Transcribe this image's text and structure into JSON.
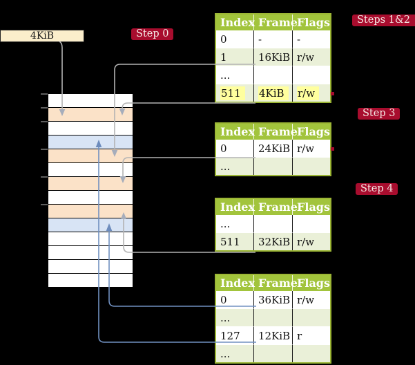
{
  "diagram_title": "page-table walk diagram",
  "frame_size_label": {
    "text": "4KiB"
  },
  "badges": {
    "step0": "Step 0",
    "steps12": "Steps 1&2",
    "step3": "Step 3",
    "step4": "Step 4"
  },
  "memory_column": {
    "description": "striped physical-memory column, 14 frame rows top to bottom",
    "rows": [
      "white",
      "orange",
      "white",
      "blue",
      "orange",
      "white",
      "orange",
      "white",
      "orange",
      "blue",
      "white",
      "white",
      "white",
      "white"
    ],
    "tick_count": 6
  },
  "page_tables": [
    {
      "step": "Steps 1&2",
      "headers": [
        "Index",
        "Frame",
        "Flags"
      ],
      "rows": [
        [
          "0",
          "-",
          "-"
        ],
        [
          "1",
          "16KiB",
          "r/w"
        ],
        [
          "...",
          "",
          ""
        ],
        [
          "511",
          "4KiB",
          "r/w"
        ]
      ],
      "highlighted_row": "511 | 4KiB | r/w"
    },
    {
      "step": "Step 3",
      "headers": [
        "Index",
        "Frame",
        "Flags"
      ],
      "rows": [
        [
          "0",
          "24KiB",
          "r/w"
        ],
        [
          "...",
          "",
          ""
        ]
      ]
    },
    {
      "step": "Step 4",
      "headers": [
        "Index",
        "Frame",
        "Flags"
      ],
      "rows": [
        [
          "...",
          "",
          ""
        ],
        [
          "511",
          "32KiB",
          "r/w"
        ]
      ]
    },
    {
      "step": "Step 4",
      "headers": [
        "Index",
        "Frame",
        "Flags"
      ],
      "rows": [
        [
          "0",
          "36KiB",
          "r/w"
        ],
        [
          "...",
          "",
          ""
        ],
        [
          "127",
          "12KiB",
          "r"
        ],
        [
          "...",
          "",
          ""
        ]
      ]
    }
  ],
  "colors": {
    "background": "#000000",
    "table_header_green": "#a2c43c",
    "table_border_green": "#9cb635",
    "table_row_pale_green": "#eaf0d8",
    "highlight_yellow": "#ffff9e",
    "badge_red": "#a80d2e",
    "frame_box_cream": "#fbeecb",
    "stripe_orange": "#fbe2c8",
    "stripe_blue": "#d8e4f5",
    "connector_gray": "#b3b3b3",
    "connector_blue": "#7090c0"
  }
}
